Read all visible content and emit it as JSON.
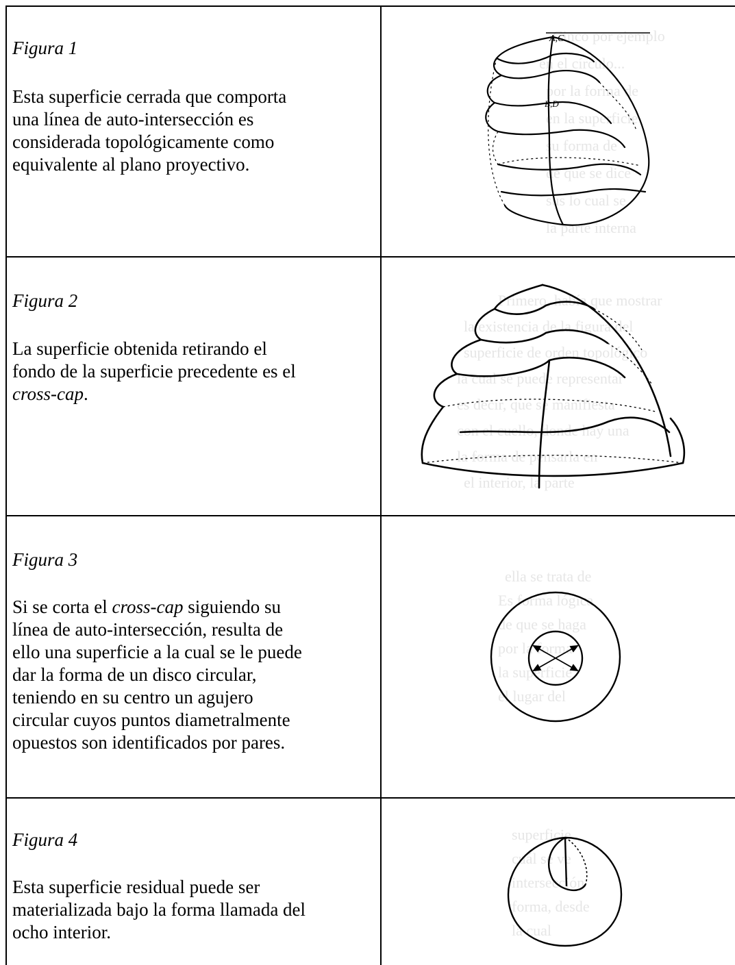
{
  "rows": [
    {
      "title": "Figura 1",
      "body": [
        {
          "text": "Esta superficie cerrada que comporta",
          "italic": false
        },
        {
          "text": "una línea de auto-intersección es",
          "italic": false
        },
        {
          "text": "considerada topológicamente como",
          "italic": false
        },
        {
          "text": "equivalente al plano proyectivo.",
          "italic": false
        }
      ],
      "figure_labels": [
        "A,C",
        "B,D"
      ],
      "icon": "self-intersecting-surface-icon"
    },
    {
      "title": "Figura 2",
      "body_lines": [
        [
          {
            "t": "La superficie obtenida retirando el",
            "i": false
          }
        ],
        [
          {
            "t": "fondo de la superficie precedente es el",
            "i": false
          }
        ],
        [
          {
            "t": "cross-cap",
            "i": true
          },
          {
            "t": ".",
            "i": false
          }
        ]
      ],
      "icon": "cross-cap-icon"
    },
    {
      "title": "Figura 3",
      "body_lines": [
        [
          {
            "t": "Si se corta el ",
            "i": false
          },
          {
            "t": "cross-cap",
            "i": true
          },
          {
            "t": " siguiendo su",
            "i": false
          }
        ],
        [
          {
            "t": "línea de auto-intersección, resulta de",
            "i": false
          }
        ],
        [
          {
            "t": "ello una superficie a la cual se le puede",
            "i": false
          }
        ],
        [
          {
            "t": "dar la forma de un disco circular,",
            "i": false
          }
        ],
        [
          {
            "t": "teniendo en su centro un agujero",
            "i": false
          }
        ],
        [
          {
            "t": "circular cuyos puntos diametralmente",
            "i": false
          }
        ],
        [
          {
            "t": "opuestos son identificados por pares.",
            "i": false
          }
        ]
      ],
      "icon": "disk-with-hole-icon"
    },
    {
      "title": "Figura 4",
      "body_lines": [
        [
          {
            "t": "Esta superficie residual puede ser",
            "i": false
          }
        ],
        [
          {
            "t": "materializada bajo la forma llamada del",
            "i": false
          }
        ],
        [
          {
            "t": "ocho interior.",
            "i": false
          }
        ]
      ],
      "icon": "interior-eight-icon"
    }
  ]
}
